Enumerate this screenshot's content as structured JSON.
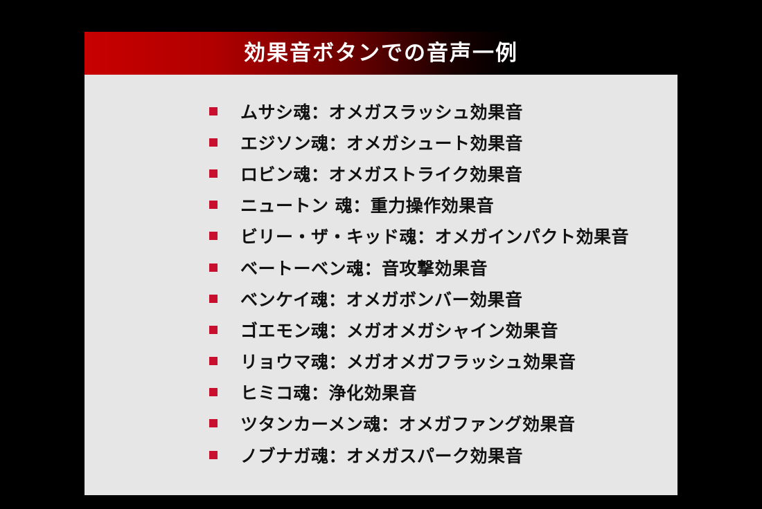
{
  "header": {
    "title": "効果音ボタンでの音声一例"
  },
  "colors": {
    "background": "#000000",
    "card": "#e6e6e6",
    "header_red": "#c80000",
    "bullet": "#c8102e",
    "text": "#111111"
  },
  "items": [
    "ムサシ魂：オメガスラッシュ効果音",
    "エジソン魂：オメガシュート効果音",
    "ロビン魂：オメガストライク効果音",
    "ニュートン 魂：重力操作効果音",
    "ビリー・ザ・キッド魂：オメガインパクト効果音",
    "ベートーベン魂：音攻撃効果音",
    "ベンケイ魂：オメガボンバー効果音",
    "ゴエモン魂：メガオメガシャイン効果音",
    "リョウマ魂：メガオメガフラッシュ効果音",
    "ヒミコ魂：浄化効果音",
    "ツタンカーメン魂：オメガファング効果音",
    "ノブナガ魂：オメガスパーク効果音"
  ]
}
